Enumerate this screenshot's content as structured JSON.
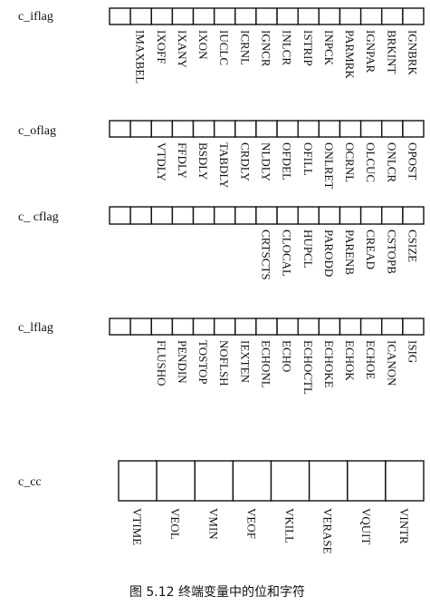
{
  "registers": [
    {
      "name": "c_iflag",
      "labels": [
        "IGNBRK",
        "BRKINT",
        "IGNPAR",
        "PARMRK",
        "INPCK",
        "ISTRIP",
        "INLCR",
        "IGNCR",
        "ICRNL",
        "IUCLC",
        "IXON",
        "IXANY",
        "IXOFF",
        "IMAXBEL"
      ]
    },
    {
      "name": "c_oflag",
      "labels": [
        "OPOST",
        "ONLCR",
        "OLCUC",
        "OCRNL",
        "ONLRET",
        "OFILL",
        "OFDEL",
        "NLDLY",
        "CRDLY",
        "TABDLY",
        "BSDLY",
        "FFDLY",
        "VTDLY"
      ]
    },
    {
      "name": "c_ cflag",
      "labels": [
        "CSIZE",
        "CSTOPB",
        "CREAD",
        "PARENB",
        "PARODD",
        "HUPCL",
        "CLOCAL",
        "CRTSCTS"
      ]
    },
    {
      "name": "c_lflag",
      "labels": [
        "ISIG",
        "ICANON",
        "ECHOE",
        "ECHOK",
        "ECHOKE",
        "ECHOCTL",
        "ECHO",
        "ECHONL",
        "IEXTEN",
        "NOFLSH",
        "TOSTOP",
        "PENDIN",
        "FLUSHO"
      ]
    }
  ],
  "cc": {
    "name": "c_cc",
    "labels": [
      "VINTR",
      "VQUIT",
      "VERASE",
      "VKILL",
      "VEOF",
      "VMIN",
      "VEOL",
      "VTIME"
    ]
  },
  "caption": "图 5.12   终端变量中的位和字符"
}
